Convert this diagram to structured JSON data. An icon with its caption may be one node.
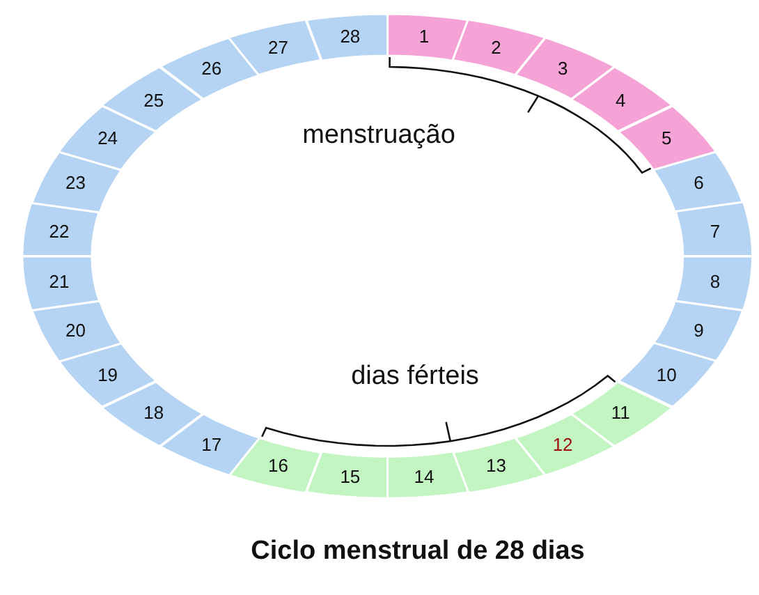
{
  "diagram": {
    "caption": "Ciclo menstrual de 28 dias",
    "nodes": [
      {
        "text": [
          "1"
        ]
      },
      {
        "text": [
          "2"
        ]
      },
      {
        "text": [
          "3"
        ]
      },
      {
        "text": [
          "4"
        ]
      },
      {
        "text": [
          "5"
        ]
      },
      {
        "text": [
          "6"
        ]
      },
      {
        "text": [
          "7"
        ]
      },
      {
        "text": [
          "8"
        ]
      },
      {
        "text": [
          "9"
        ]
      },
      {
        "text": [
          "10"
        ]
      },
      {
        "text": [
          "11"
        ]
      },
      {
        "text": [
          "12"
        ]
      },
      {
        "text": [
          "13"
        ]
      },
      {
        "text": [
          "14"
        ]
      },
      {
        "text": [
          "15"
        ]
      },
      {
        "text": [
          "16"
        ]
      },
      {
        "text": [
          "17"
        ]
      },
      {
        "text": [
          "18"
        ]
      },
      {
        "text": [
          "19"
        ]
      },
      {
        "text": [
          "20"
        ]
      },
      {
        "text": [
          "21"
        ]
      },
      {
        "text": [
          "22"
        ]
      },
      {
        "text": [
          "23"
        ]
      },
      {
        "text": [
          "24"
        ]
      },
      {
        "text": [
          "25"
        ]
      },
      {
        "text": [
          "26"
        ]
      },
      {
        "text": [
          "27"
        ]
      },
      {
        "text": [
          "28"
        ]
      }
    ],
    "labels": [
      "menstruação",
      "dias férteis"
    ]
  }
}
